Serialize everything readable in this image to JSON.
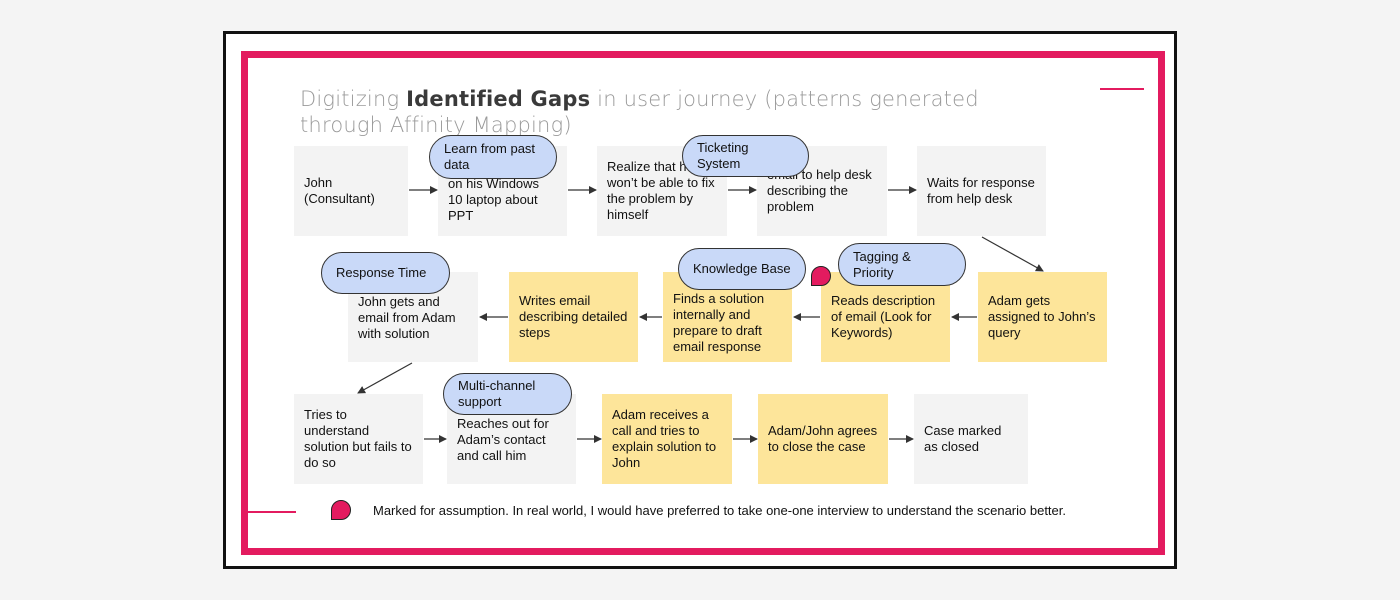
{
  "title": {
    "prefix": "Digitizing ",
    "bold": "Identified Gaps",
    "suffix": " in user journey (patterns generated through Affinity Mapping)"
  },
  "steps": {
    "s1": "John (Consultant)",
    "s2": "on his Windows 10 laptop about PPT",
    "s3": "Realize that he won’t be able to fix the problem by himself",
    "s4": "email to help desk describing the problem",
    "s5": "Waits for response from help desk",
    "s6": "Adam gets assigned to John’s query",
    "s7": "Reads description of email (Look for Keywords)",
    "s8": "Finds a solution internally and prepare to draft email response",
    "s9": "Writes email describing detailed steps",
    "s10": "John gets and email from Adam with solution",
    "s11": "Tries to understand solution but fails to do so",
    "s12": "Reaches out for Adam’s contact and call him",
    "s13": "Adam receives a call and tries to explain solution to John",
    "s14": "Adam/John agrees to close the case",
    "s15": "Case marked as closed"
  },
  "tags": {
    "learn": "Learn from past data",
    "ticketing": "Ticketing System",
    "knowledge": "Knowledge Base",
    "tagging": "Tagging & Priority",
    "response_time": "Response Time",
    "multichannel": "Multi-channel support"
  },
  "footnote": "Marked for assumption. In real world, I would have preferred to take one-one interview to understand the scenario better.",
  "colors": {
    "accent": "#e31b5f",
    "pending_step": "#f3f3f3",
    "gap_step": "#fde59a",
    "tag": "#c9d9f8"
  }
}
